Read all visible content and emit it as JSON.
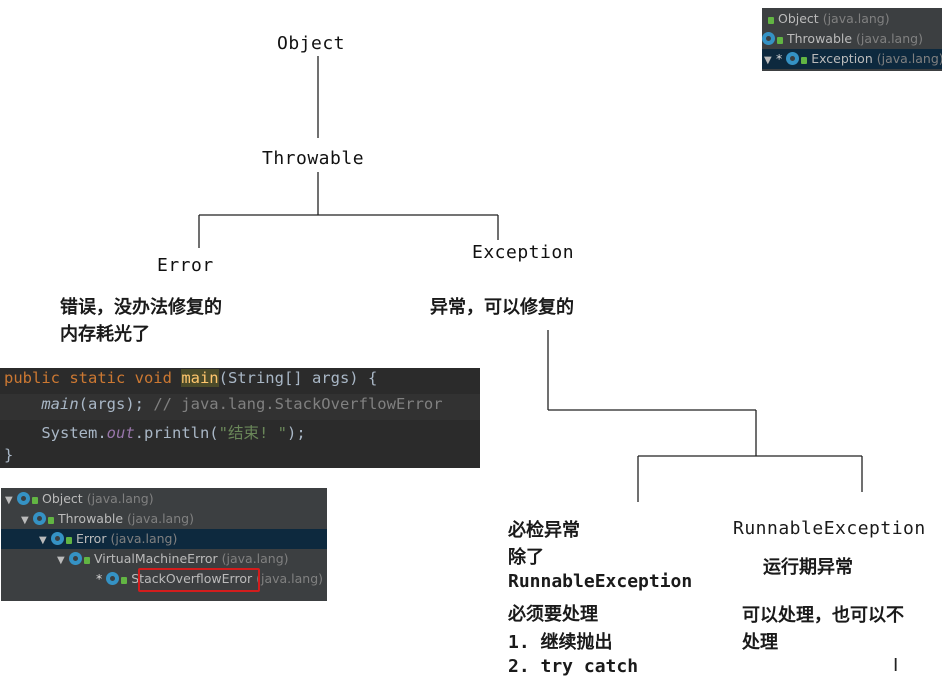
{
  "diagram": {
    "nodes": {
      "object": "Object",
      "throwable": "Throwable",
      "error": "Error",
      "exception": "Exception",
      "runnable": "RunnableException"
    },
    "notes": {
      "error_line1": "错误，没办法修复的",
      "error_line2": "内存耗光了",
      "exception_line1": "异常，可以修复的",
      "checked_l1": "必检异常",
      "checked_l2": "除了",
      "checked_l3": "RunnableException",
      "checked_l4": "必须要处理",
      "checked_l5": "1. 继续抛出",
      "checked_l6": "2. try catch",
      "runtime_l1": "运行期异常",
      "runtime_l2": "可以处理，也可以不",
      "runtime_l3": "处理"
    }
  },
  "code": {
    "l1_kw": "public static void ",
    "l1_fn": "main",
    "l1_rest": "(String[] args) {",
    "l2_call": "main",
    "l2_args": "(args); ",
    "l2_comment": "// java.lang.StackOverflowError",
    "l3_a": "System.",
    "l3_field": "out",
    "l3_b": ".println(",
    "l3_str": "\"结束! \"",
    "l3_c": ");",
    "l4": "}"
  },
  "tree_top": {
    "rows": [
      {
        "name": "Object",
        "pkg": "(java.lang)"
      },
      {
        "name": "Throwable",
        "pkg": "(java.lang)"
      },
      {
        "name": "Exception",
        "pkg": "(java.lang)"
      }
    ]
  },
  "tree_bottom": {
    "rows": [
      {
        "name": "Object",
        "pkg": "(java.lang)"
      },
      {
        "name": "Throwable",
        "pkg": "(java.lang)"
      },
      {
        "name": "Error",
        "pkg": "(java.lang)"
      },
      {
        "name": "VirtualMachineError",
        "pkg": "(java.lang)"
      },
      {
        "name": "StackOverflowError",
        "pkg": "(java.lang)"
      }
    ],
    "star": "*"
  },
  "colors": {
    "code_bg": "#2b2b2b",
    "tree_bg": "#3c3f41",
    "selection": "#0d293e",
    "highlight_box": "#d21d1d"
  }
}
